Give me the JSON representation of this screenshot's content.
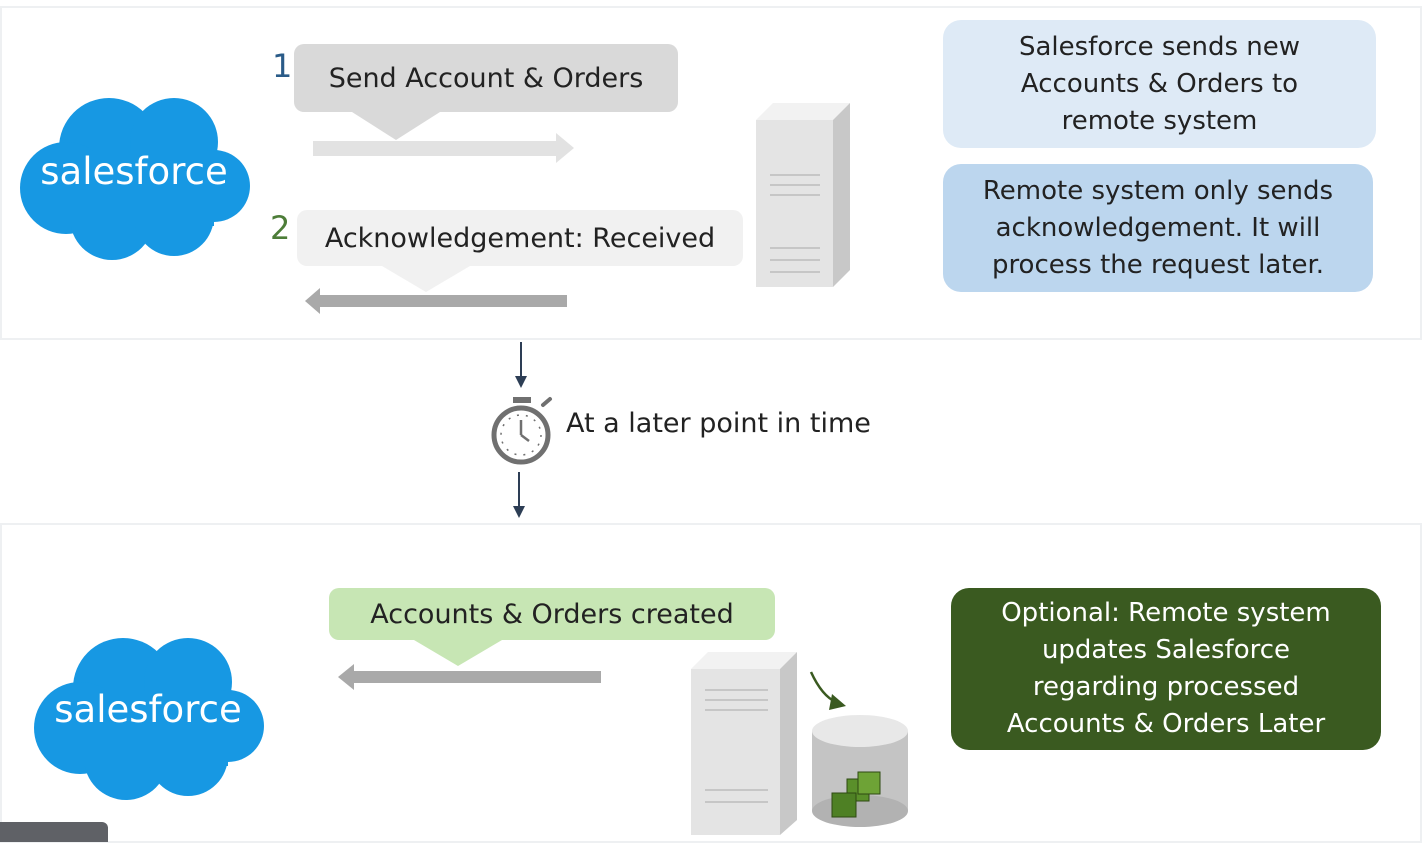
{
  "colors": {
    "salesforce_blue": "#1798e3",
    "step1": "#2a5b88",
    "step2": "#4d7d38",
    "send_callout": "#d9d9d9",
    "ack_callout": "#f1f1f1",
    "created_callout": "#c7e6b4",
    "note_light": "#deeaf6",
    "note_mid": "#bcd6ee",
    "note_dark": "#3a5a20"
  },
  "icons": [
    "salesforce-cloud",
    "server-icon",
    "stopwatch-icon",
    "database-icon",
    "curved-arrow-icon"
  ],
  "top": {
    "logo_text": "salesforce",
    "step1": {
      "number": "1",
      "label": "Send Account & Orders"
    },
    "step2": {
      "number": "2",
      "label": "Acknowledgement: Received"
    },
    "note1": [
      "Salesforce sends new",
      "Accounts & Orders to",
      "remote system"
    ],
    "note2": [
      "Remote system only sends",
      "acknowledgement. It will",
      "process the request later."
    ]
  },
  "middle": {
    "label": "At a later point in time"
  },
  "bottom": {
    "logo_text": "salesforce",
    "callout": "Accounts & Orders created",
    "note": [
      "Optional: Remote system",
      "updates Salesforce",
      "regarding processed",
      "Accounts & Orders Later"
    ]
  }
}
